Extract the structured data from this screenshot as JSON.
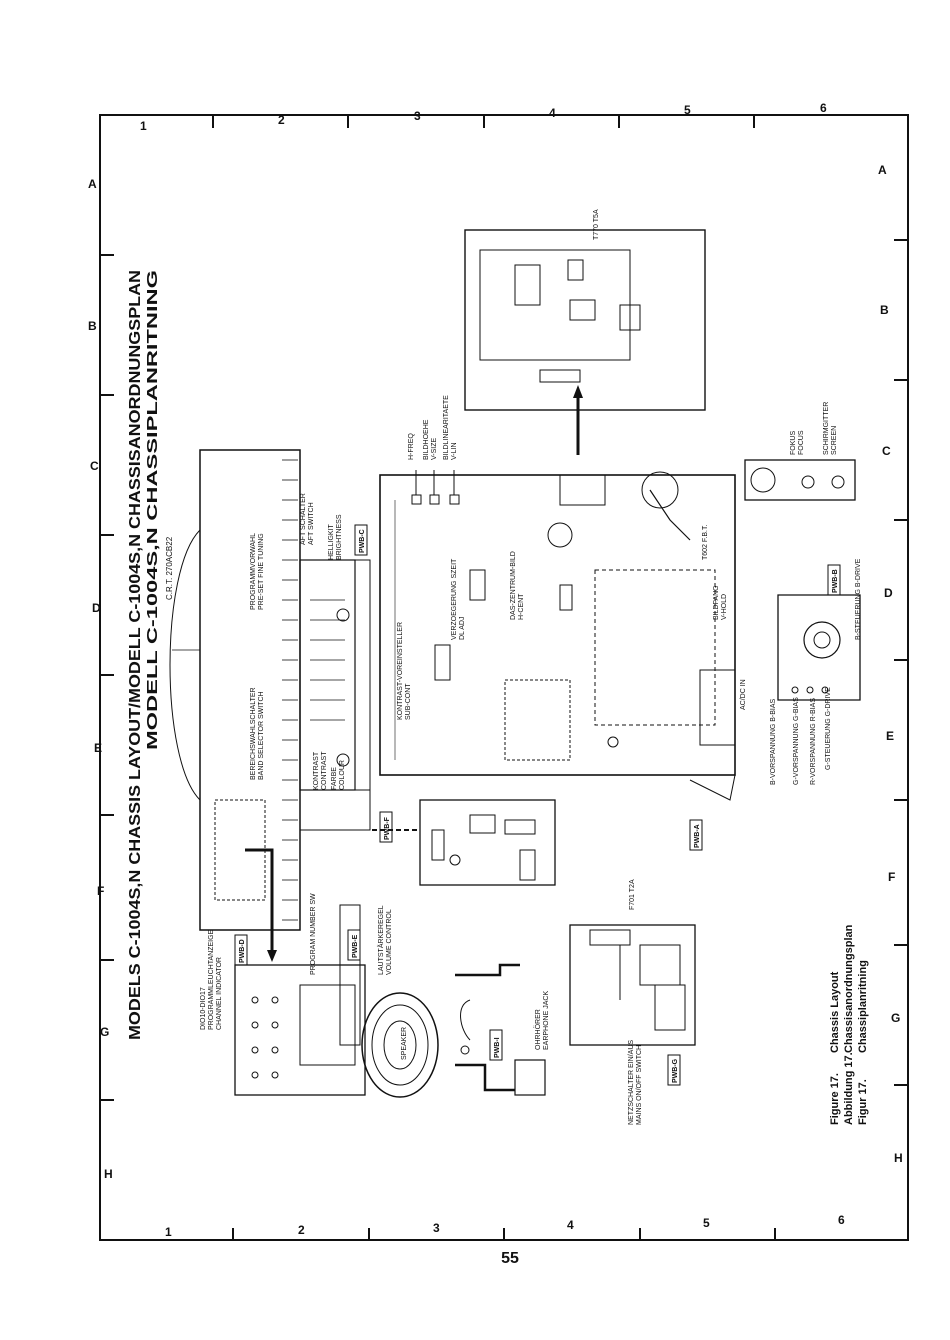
{
  "title": {
    "line1": "MODELS C-1004S,N CHASSIS LAYOUT/MODELL C-1004S,N CHASSISANORDNUNGSPLAN",
    "line2": "MODELL C-1004S,N CHASSIPLANRITNING"
  },
  "grid": {
    "top_numbers": [
      "1",
      "2",
      "3",
      "4",
      "5",
      "6"
    ],
    "bottom_numbers": [
      "1",
      "2",
      "3",
      "4",
      "5",
      "6"
    ],
    "side_letters": [
      "A",
      "B",
      "C",
      "D",
      "E",
      "F",
      "G",
      "H"
    ]
  },
  "caption": {
    "lines": [
      {
        "label": "Figure 17.",
        "text": "Chassis Layout"
      },
      {
        "label": "Abbildung 17.",
        "text": "Chassisanordnungsplan"
      },
      {
        "label": "Figur 17.",
        "text": "Chassiplanritning"
      }
    ]
  },
  "page_number": "55",
  "labels": {
    "crt": "C.R.T. 270ACB22",
    "band_selector_de": "BEREICHSWAHLSCHALTER",
    "band_selector_en": "BAND SELECTOR SWITCH",
    "preset_de": "PROGRAMMVORWAHL",
    "preset_en": "PRE-SET FINE TUNING",
    "aft_de": "AFT SCHALTER",
    "aft_en": "AFT SWITCH",
    "bright_de": "HELLIGKIT",
    "bright_en": "BRIGHTNESS",
    "contrast_de": "KONTRAST",
    "contrast_en": "CONTRAST",
    "colour_de": "FARBE",
    "colour_en": "COLOUR",
    "channel_ind_1": "DIO10-DIO17",
    "channel_ind_2": "PROGRAMMLEUCHTANZEIGE",
    "channel_ind_3": "CHANNEL INDICATOR",
    "program_number_switch": "PROGRAM NUMBER SW",
    "volume_de": "LAUTSTÄRKEREGEL",
    "volume_en": "VOLUME CONTROL",
    "speaker": "SPEAKER",
    "earphone_de": "OHRHÖRER",
    "earphone_en": "EARPHONE JACK",
    "mains_de": "NETZSCHALTER EIN/AUS",
    "mains_en": "MAINS ON/OFF SWITCH",
    "hfreq": "H-FREQ",
    "vsize_de": "BILDHOEHE",
    "vsize_en": "V-SIZE",
    "vlin_de": "BILDLINEARITAETE",
    "vlin_en": "V-LIN",
    "contrast_preset": "KONTRAST-VOREINSTELLER",
    "subcont": "SUB-CONT",
    "delay_de": "VERZOEGERUNG SZEIT",
    "delay_en": "DL ADJ",
    "hcent_de": "DAS-ZENTRUM-BILD",
    "hcent_en": "H-CENT",
    "vhold_de": "BILDFANG",
    "vhold_en": "V-HOLD",
    "focus_de": "FOKUS",
    "focus_en": "FOCUS",
    "screen_de": "SCHIRMGITTER",
    "screen_en": "SCREEN",
    "bdrive": "B-STEUERUNG B-DRIVE",
    "gdrive": "G-STEUERUNG G-DRIVE",
    "bbias": "B-VORSPANNUNG B-BIAS",
    "gbias": "G-VORSPANNUNG G-BIAS",
    "rbias": "R-VORSPANNUNG R-BIAS",
    "acin": "AC/DC IN",
    "fbt": "T602 F.B.T.",
    "t770": "T770 T5A",
    "f701": "F701 T2A",
    "pwb_a": "PWB-A",
    "pwb_b": "PWB-B",
    "pwb_c": "PWB-C",
    "pwb_d": "PWB-D",
    "pwb_e": "PWB-E",
    "pwb_f": "PWB-F",
    "pwb_g": "PWB-G",
    "pwb_i": "PWB-I"
  },
  "colors": {
    "ink": "#111111",
    "paper": "#ffffff",
    "gray": "#555555"
  }
}
